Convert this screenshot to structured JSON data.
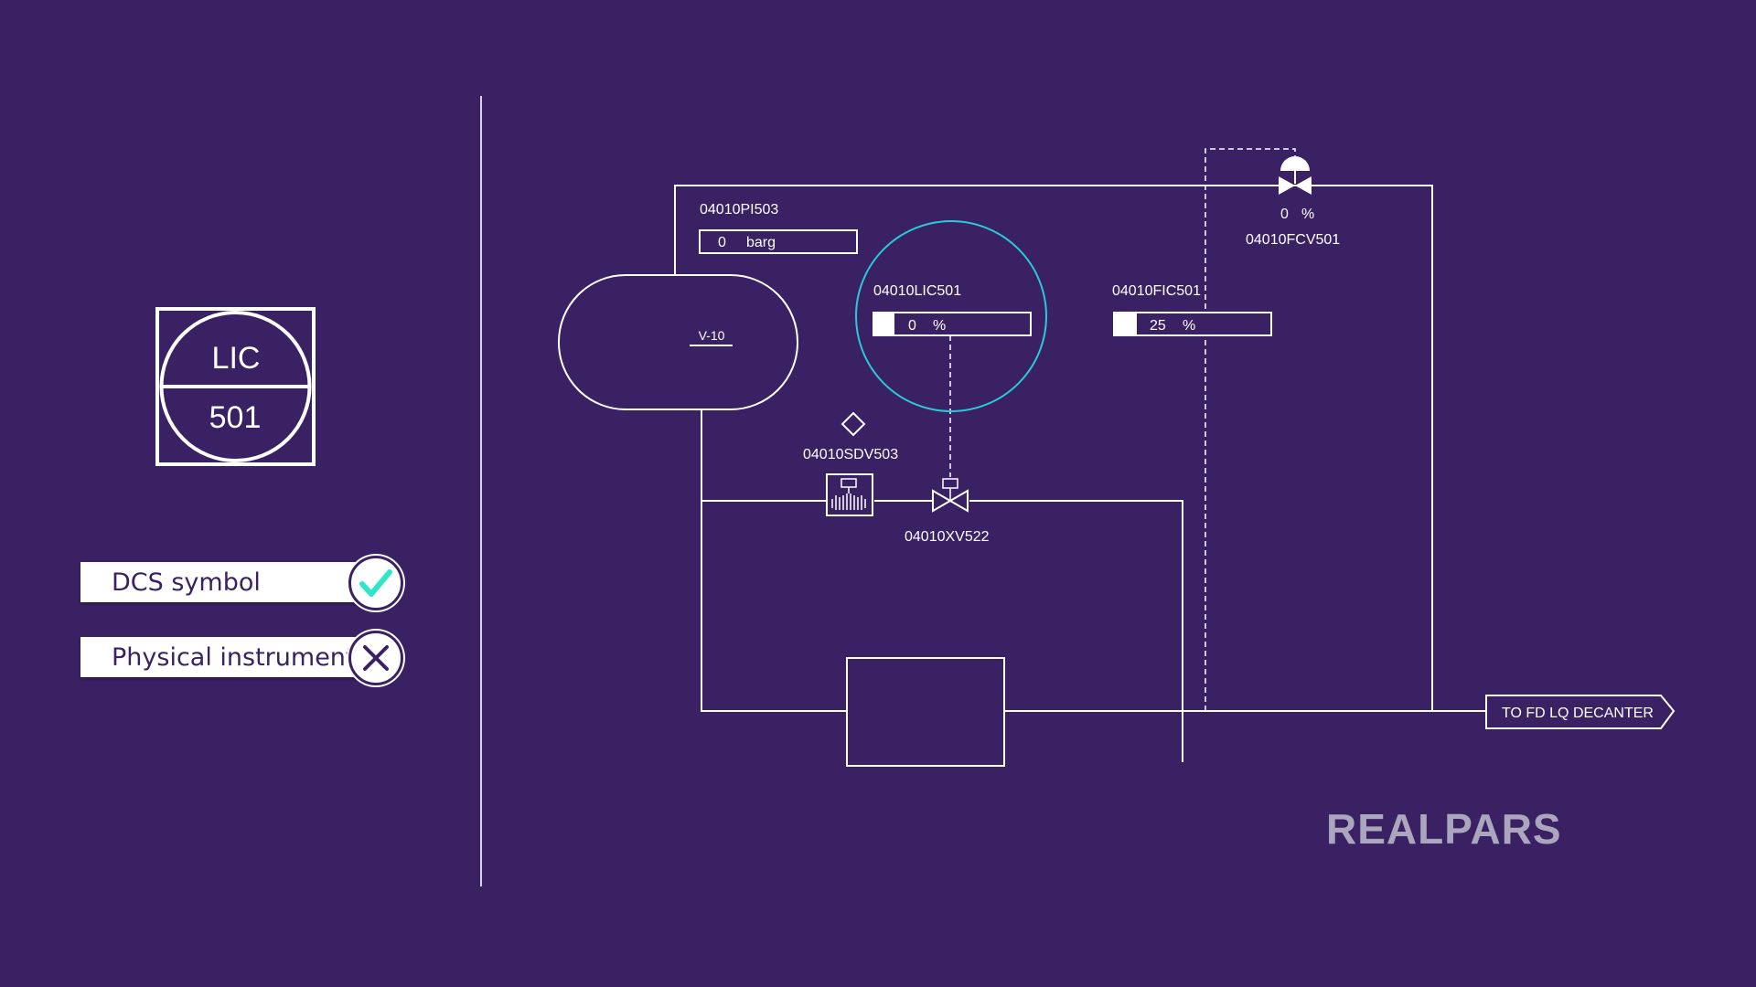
{
  "instrument_symbol": {
    "tag": "LIC",
    "number": "501"
  },
  "legend": [
    {
      "label": "DCS symbol",
      "status_icon": "check-icon",
      "status_color": "#2ee6c8"
    },
    {
      "label": "Physical instrument",
      "status_icon": "cross-icon",
      "status_color": "#3a2164"
    }
  ],
  "diagram": {
    "vessel_label": "V-10",
    "pi": {
      "tag": "04010PI503",
      "value": "0",
      "unit": "barg"
    },
    "lic": {
      "tag": "04010LIC501",
      "value": "0",
      "unit": "%"
    },
    "fic": {
      "tag": "04010FIC501",
      "value": "25",
      "unit": "%",
      "fill_fraction": 0.14
    },
    "fcv": {
      "tag": "04010FCV501",
      "value": "0",
      "unit": "%"
    },
    "sdv": {
      "tag": "04010SDV503"
    },
    "xv": {
      "tag": "04010XV522"
    },
    "outlet_label": "TO FD LQ DECANTER"
  },
  "brand": {
    "logo_text": "REALPARS"
  },
  "colors": {
    "background": "#3a2164",
    "line": "#ffffff",
    "highlight": "#2bc8d8",
    "logo": "#a9a6bd"
  }
}
